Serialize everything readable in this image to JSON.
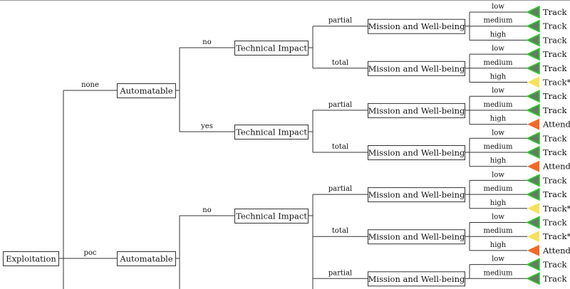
{
  "tree": {
    "root": "Exploitation",
    "exploitation_values": [
      "none",
      "poc"
    ],
    "automatable_label": "Automatable",
    "automatable_values": [
      "no",
      "yes"
    ],
    "technical_impact_label": "Technical Impact",
    "technical_impact_values": [
      "partial",
      "total"
    ],
    "mission_label": "Mission and Well-being",
    "mission_values": [
      "low",
      "medium",
      "high"
    ],
    "leaves": [
      "Track",
      "Track",
      "Track",
      "Track",
      "Track",
      "Track*",
      "Track",
      "Track",
      "Attend",
      "Track",
      "Track",
      "Attend",
      "Track",
      "Track",
      "Track*",
      "Track",
      "Track*",
      "Attend",
      "Track",
      "Track"
    ],
    "leaf_colors": [
      "green",
      "green",
      "green",
      "green",
      "green",
      "yellow",
      "green",
      "green",
      "orange",
      "green",
      "green",
      "orange",
      "green",
      "green",
      "yellow",
      "green",
      "yellow",
      "orange",
      "green",
      "green"
    ]
  },
  "colors": {
    "green_fill": "#5f7f5f",
    "green_stroke": "#33cc33",
    "yellow": "#f6e15f",
    "orange": "#f26a2a",
    "line": "#333333"
  }
}
